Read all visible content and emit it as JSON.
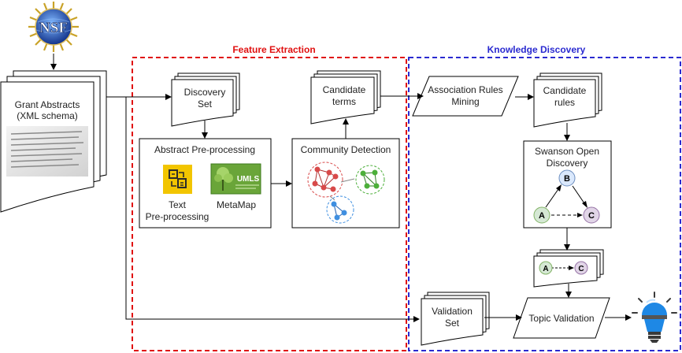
{
  "logo": {
    "text": "NSF"
  },
  "sections": {
    "feature_extraction": {
      "title": "Feature Extraction",
      "color": "#e01010"
    },
    "knowledge_discovery": {
      "title": "Knowledge Discovery",
      "color": "#2a2ad0"
    }
  },
  "nodes": {
    "grant_abstracts": {
      "line1": "Grant Abstracts",
      "line2": "(XML schema)"
    },
    "discovery_set": {
      "line1": "Discovery",
      "line2": "Set"
    },
    "abstract_preprocessing": {
      "title": "Abstract Pre-processing"
    },
    "text_preprocessing": {
      "line1": "Text",
      "line2": "Pre-processing"
    },
    "metamap": {
      "label": "MetaMap",
      "badge": "UMLS"
    },
    "community_detection": {
      "title": "Community Detection"
    },
    "candidate_terms": {
      "line1": "Candidate",
      "line2": "terms"
    },
    "association_rules": {
      "line1": "Association Rules",
      "line2": "Mining"
    },
    "candidate_rules": {
      "line1": "Candidate",
      "line2": "rules"
    },
    "swanson": {
      "line1": "Swanson Open",
      "line2": "Discovery",
      "a": "A",
      "b": "B",
      "c": "C"
    },
    "ac_doc": {
      "a": "A",
      "c": "C"
    },
    "validation_set": {
      "line1": "Validation",
      "line2": "Set"
    },
    "topic_validation": {
      "label": "Topic Validation"
    }
  },
  "colors": {
    "node_a_fill": "#d5e8d4",
    "node_a_stroke": "#82b366",
    "node_b_fill": "#dae8fc",
    "node_b_stroke": "#6c8ebf",
    "node_c_fill": "#e1d5e7",
    "node_c_stroke": "#9673a6",
    "cluster_red": "#d84a4a",
    "cluster_green": "#4caf3a",
    "cluster_blue": "#3f8fe0",
    "bulb_blue": "#1e88e5",
    "text_icon_bg": "#f2c500"
  }
}
